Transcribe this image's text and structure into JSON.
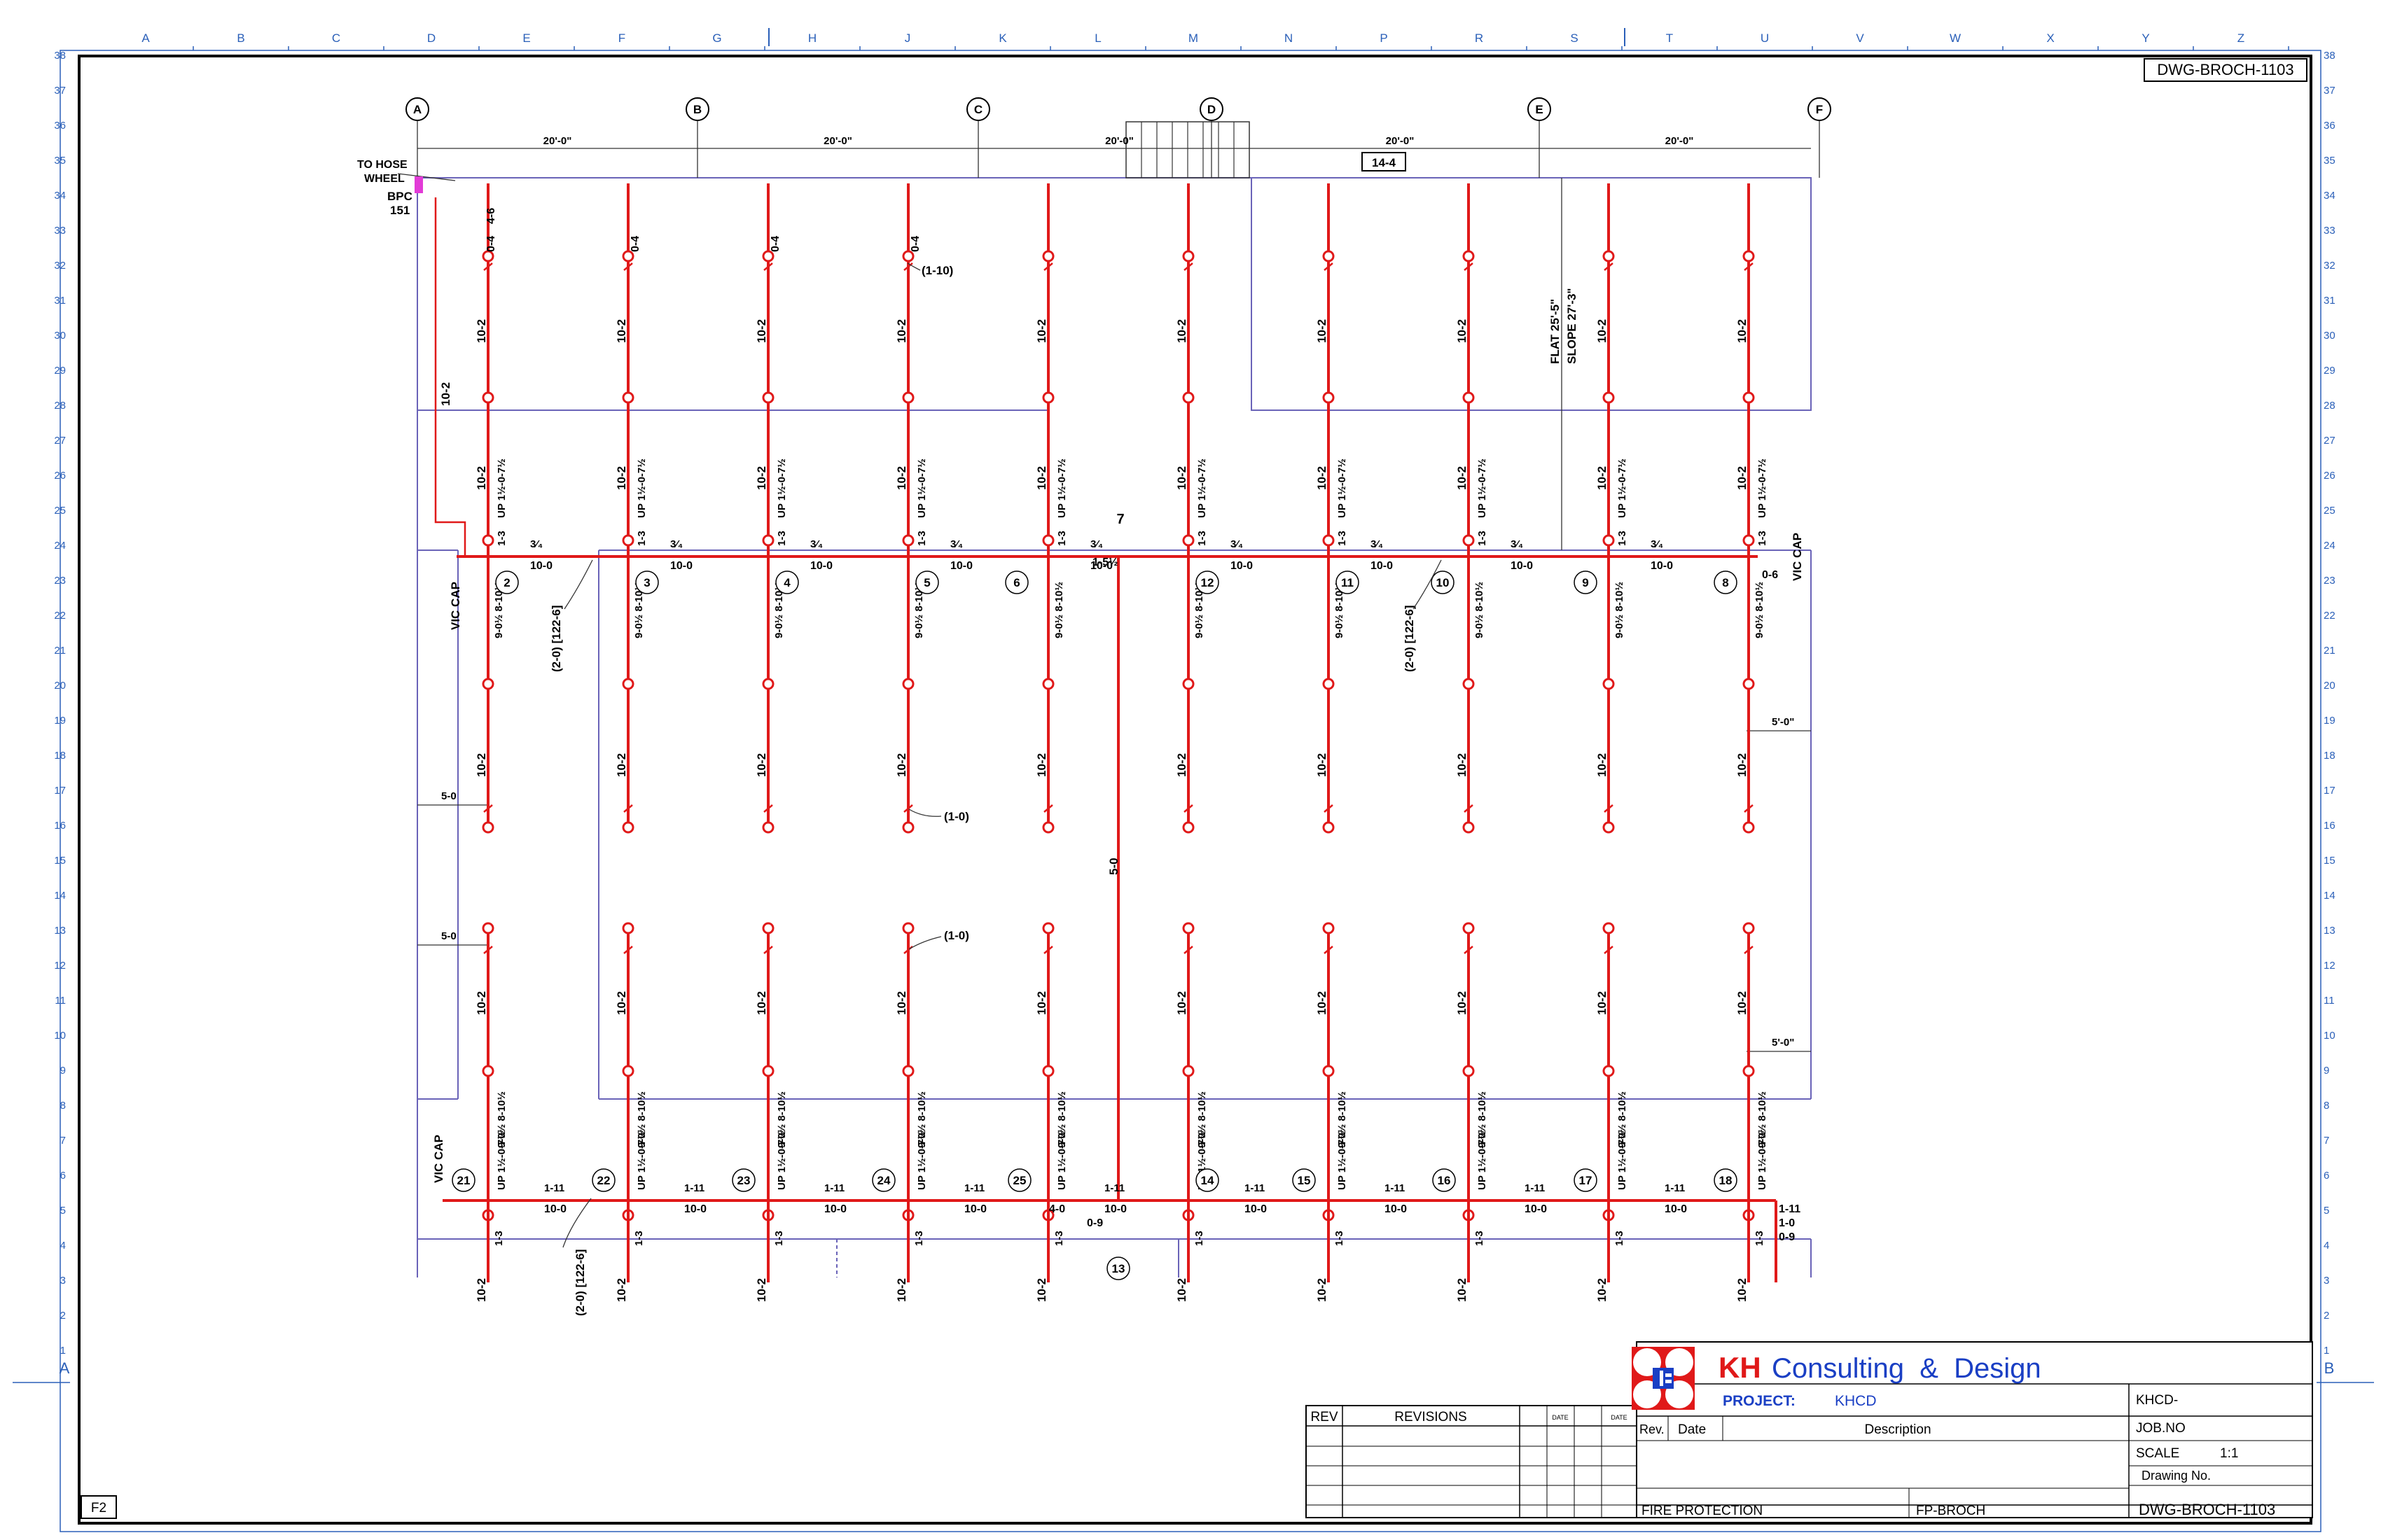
{
  "border": {
    "col_letters": [
      "A",
      "B",
      "C",
      "D",
      "E",
      "F",
      "G",
      "H",
      "J",
      "K",
      "L",
      "M",
      "N",
      "P",
      "R",
      "S",
      "T",
      "U",
      "V",
      "W",
      "X",
      "Y",
      "Z"
    ],
    "row_numbers": [
      "38",
      "37",
      "36",
      "35",
      "34",
      "33",
      "32",
      "31",
      "30",
      "29",
      "28",
      "27",
      "26",
      "25",
      "24",
      "23",
      "22",
      "21",
      "20",
      "19",
      "18",
      "17",
      "16",
      "15",
      "14",
      "13",
      "12",
      "11",
      "10",
      "9",
      "8",
      "7",
      "6",
      "5",
      "4",
      "3",
      "2",
      "1"
    ],
    "left_letter": "A",
    "right_letter": "B",
    "sheet_size": "F2"
  },
  "drawing_tag": "DWG-BROCH-1103",
  "building": {
    "column_grid": [
      "A",
      "B",
      "C",
      "D",
      "E",
      "F"
    ],
    "bay_dims": [
      "20'-0\"",
      "20'-0\"",
      "20'-0\"",
      "20'-0\"",
      "20'-0\""
    ],
    "box_label": "14-4",
    "hose_note": [
      "TO HOSE",
      "WHEEL"
    ],
    "bpc_label": [
      "BPC",
      "151"
    ],
    "flat_slope": [
      "FLAT 25'-5\"",
      "SLOPE 27'-3\""
    ],
    "side_dims": [
      "5-0",
      "5-0",
      "5'-0\"",
      "5'-0\""
    ],
    "vic_cap": "VIC CAP"
  },
  "sprinkler": {
    "upper_node_ids": [
      "2",
      "3",
      "4",
      "5",
      "6",
      "7",
      "12",
      "11",
      "10",
      "9",
      "8"
    ],
    "lower_node_ids": [
      "21",
      "22",
      "23",
      "24",
      "25",
      "13",
      "14",
      "15",
      "16",
      "17",
      "18"
    ],
    "branch_len": "10-2",
    "main_seg": "10-0",
    "riser_note": "UP 1½-0-7½",
    "drop_note": "9-0½ 8-10½",
    "short_len": "1-3",
    "callouts": [
      "(1-10)",
      "(1-0)",
      "(1-0)",
      "(2-0) [122-6]",
      "(2-0) [122-6]",
      "(2-0) [122-6]"
    ],
    "misc": [
      "0-4",
      "4-6",
      "3⁄₄",
      "5",
      "5-0",
      "1-11",
      "1-5½",
      "0-6",
      "4-0",
      "1-0",
      "0-9"
    ]
  },
  "title_block": {
    "company_abbr": "KH",
    "company_name": "Consulting  &  Design",
    "project_label": "PROJECT:",
    "project_value": "KHCD",
    "job_code": "KHCD-",
    "job_no": "JOB.NO",
    "scale_label": "SCALE",
    "scale_value": "1:1",
    "drawing_no_label": "Drawing No.",
    "drawing_no": "DWG-BROCH-1103",
    "rev_header": "REV",
    "revisions_header": "REVISIONS",
    "date_header": "DATE",
    "rev_short": "Rev.",
    "date_col": "Date",
    "description_col": "Description",
    "discipline": "FIRE PROTECTION",
    "sheet_code": "FP-BROCH"
  },
  "colors": {
    "pipe": "#e01919",
    "wall": "#6a63b8",
    "grid": "#2a5fb8",
    "brand_blue": "#1a3fc4",
    "brand_red": "#e01919",
    "marker": "#e23bd7"
  }
}
